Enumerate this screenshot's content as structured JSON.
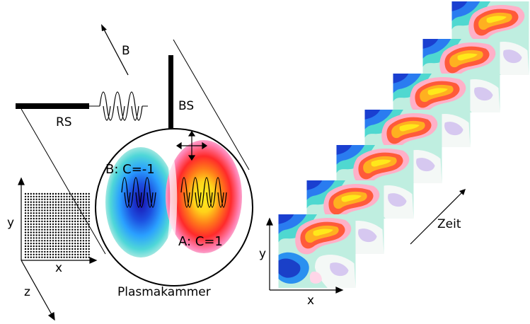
{
  "labels": {
    "b": "B",
    "rs": "RS",
    "bs": "BS",
    "b_state": "B: C=-1",
    "a_state": "A: C=1",
    "chamber": "Plasmakammer",
    "left_y": "y",
    "left_x": "x",
    "left_z": "z",
    "right_y": "y",
    "right_x": "x",
    "time": "Zeit"
  },
  "colors": {
    "line": "#000000",
    "positive_core": "#ffe81a",
    "positive_mid": "#ff3030",
    "negative_core": "#0a1fbf",
    "negative_mid": "#2f8cff",
    "plasma_light": "#dff2e8"
  },
  "frames_count_shown": 7
}
